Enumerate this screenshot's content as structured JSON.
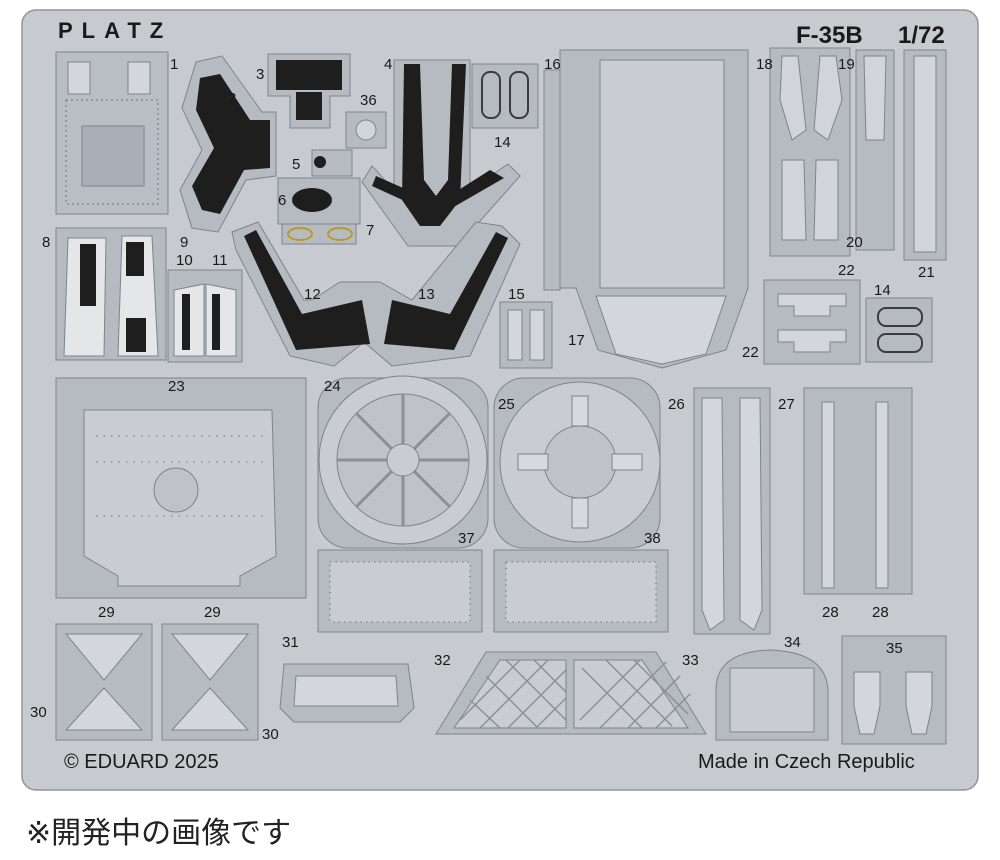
{
  "header": {
    "brand": "PLATZ",
    "model": "F-35B",
    "scale": "1/72"
  },
  "footer": {
    "copyright": "© EDUARD 2025",
    "origin": "Made in Czech Republic"
  },
  "caption": "※開発中の画像です",
  "part_numbers": [
    "1",
    "2",
    "3",
    "4",
    "5",
    "6",
    "7",
    "8",
    "9",
    "10",
    "11",
    "12",
    "13",
    "14",
    "14",
    "15",
    "16",
    "17",
    "18",
    "19",
    "20",
    "21",
    "22",
    "22",
    "23",
    "24",
    "25",
    "26",
    "27",
    "28",
    "28",
    "29",
    "29",
    "30",
    "30",
    "31",
    "32",
    "33",
    "34",
    "35",
    "36",
    "37",
    "38"
  ],
  "colors": {
    "page_bg": "#ffffff",
    "fret_metal": "#c3c7cc",
    "part_metal": "#b6bbc1",
    "painted_black": "#1e1e1e",
    "text": "#1a1a1a"
  }
}
